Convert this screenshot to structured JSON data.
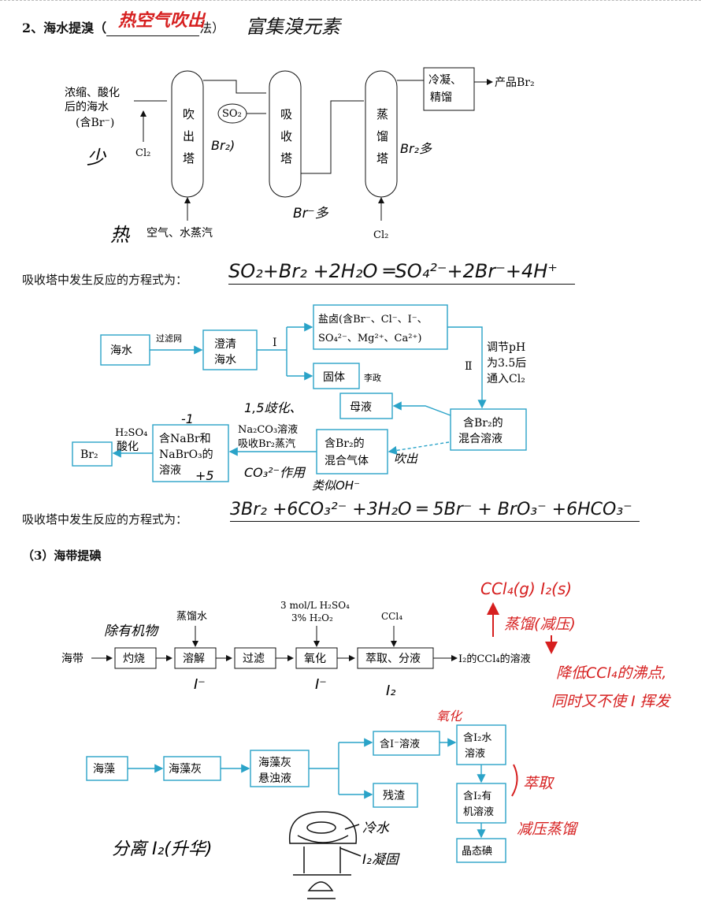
{
  "section2": {
    "heading": "2、海水提溴（",
    "heading_suffix": "法）",
    "blank_answer": "热空气吹出",
    "handwritten_note": "富集溴元素"
  },
  "towers": {
    "feed_label_1": "浓缩、酸化",
    "feed_label_2": "后的海水",
    "feed_label_3": "(含Br⁻)",
    "cl2_1": "Cl₂",
    "blow_tower": [
      "吹",
      "出",
      "塔"
    ],
    "so2": "SO₂",
    "absorb_tower": [
      "吸",
      "收",
      "塔"
    ],
    "distill_tower": [
      "蒸",
      "馏",
      "塔"
    ],
    "condense_box_1": "冷凝、",
    "condense_box_2": "精馏",
    "product": "产品Br₂",
    "air_steam": "空气、水蒸汽",
    "cl2_2": "Cl₂",
    "hand_small": "少",
    "hand_hot": "热",
    "hand_br2_1": "Br₂)",
    "hand_br_many": "Br⁻多",
    "hand_br2_many": "Br₂多"
  },
  "equation1": {
    "prefix": "吸收塔中发生反应的方程式为：",
    "answer": "SO₂+Br₂ +2H₂O ═SO₄²⁻+2Br⁻+4H⁺"
  },
  "flow2": {
    "seawater": "海水",
    "filter_net": "过滤网",
    "clear_1": "澄清",
    "clear_2": "海水",
    "roman_1": "Ⅰ",
    "brine_1": "盐卤(含Br⁻、Cl⁻、I⁻、",
    "brine_2": "SO₄²⁻、Mg²⁺、Ca²⁺)",
    "solid": "固体",
    "li_zheng": "李政",
    "adjust_1": "调节pH",
    "adjust_2": "为3.5后",
    "adjust_3": "通入Cl₂",
    "roman_2": "Ⅱ",
    "mother": "母液",
    "mix_sol_1": "含Br₂的",
    "mix_sol_2": "混合溶液",
    "mix_gas_1": "含Br₂的",
    "mix_gas_2": "混合气体",
    "absorb_1": "Na₂CO₃溶液",
    "absorb_2": "吸收Br₂蒸汽",
    "nabr_1": "含NaBr和",
    "nabr_2": "NaBrO₃的",
    "nabr_3": "溶液",
    "acid_1": "H₂SO₄",
    "acid_2": "酸化",
    "br2": "Br₂",
    "hand_disp": "1,5歧化、",
    "hand_co3": "CO₃²⁻作用",
    "hand_oh": "类似OH⁻",
    "hand_blow": "吹出",
    "hand_m1": "-1",
    "hand_p5": "+5"
  },
  "equation2": {
    "prefix": "吸收塔中发生反应的方程式为：",
    "answer": "3Br₂ +6CO₃²⁻ +3H₂O ═ 5Br⁻ + BrO₃⁻ +6HCO₃⁻"
  },
  "section3": {
    "heading": "（3）海带提碘",
    "kelp": "海带",
    "burn": "灼烧",
    "dissolve": "溶解",
    "filter": "过滤",
    "oxidize": "氧化",
    "extract": "萃取、分液",
    "product": "I₂的CCl₄的溶液",
    "water": "蒸馏水",
    "reagent_1": "3 mol/L H₂SO₄",
    "reagent_2": "3% H₂O₂",
    "ccl4": "CCl₄",
    "hand_remove": "除有机物",
    "hand_i1": "I⁻",
    "hand_i2": "I⁻",
    "hand_i3": "I₂",
    "hand_top": "CCl₄(g) I₂(s)",
    "hand_distill": "蒸馏(减压)",
    "hand_lower_1": "降低CCl₄的沸点,",
    "hand_lower_2": "同时又不使 I 挥发"
  },
  "flow4": {
    "seaweed": "海藻",
    "ash": "海藻灰",
    "susp_1": "海藻灰",
    "susp_2": "悬浊液",
    "iminus": "含I⁻溶液",
    "residue": "残渣",
    "i2water_1": "含I₂水",
    "i2water_2": "溶液",
    "i2org_1": "含I₂有",
    "i2org_2": "机溶液",
    "crystal": "晶态碘",
    "hand_new": "氧化",
    "hand_extract": "萃取",
    "hand_vac": "减压蒸馏",
    "hand_sep": "分离 I₂(升华)",
    "hand_cold": "冷水",
    "hand_solid": "I₂凝固"
  }
}
